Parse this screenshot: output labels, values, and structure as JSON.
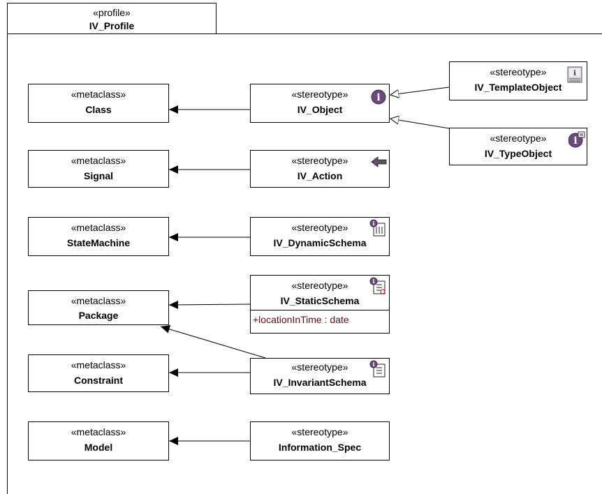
{
  "profile": {
    "stereotype": "«profile»",
    "name": "IV_Profile"
  },
  "metaclasses": [
    {
      "id": "class",
      "stereotype": "«metaclass»",
      "name": "Class"
    },
    {
      "id": "signal",
      "stereotype": "«metaclass»",
      "name": "Signal"
    },
    {
      "id": "statemachine",
      "stereotype": "«metaclass»",
      "name": "StateMachine"
    },
    {
      "id": "package",
      "stereotype": "«metaclass»",
      "name": "Package"
    },
    {
      "id": "constraint",
      "stereotype": "«metaclass»",
      "name": "Constraint"
    },
    {
      "id": "model",
      "stereotype": "«metaclass»",
      "name": "Model"
    }
  ],
  "stereotypes": [
    {
      "id": "object",
      "stereotype": "«stereotype»",
      "name": "IV_Object",
      "icon": "info-circle-icon"
    },
    {
      "id": "action",
      "stereotype": "«stereotype»",
      "name": "IV_Action",
      "icon": "action-arrow-icon"
    },
    {
      "id": "dynamic",
      "stereotype": "«stereotype»",
      "name": "IV_DynamicSchema",
      "icon": "dynamic-schema-icon"
    },
    {
      "id": "static",
      "stereotype": "«stereotype»",
      "name": "IV_StaticSchema",
      "icon": "static-schema-icon",
      "attribute": "+locationInTime : date"
    },
    {
      "id": "invariant",
      "stereotype": "«stereotype»",
      "name": "IV_InvariantSchema",
      "icon": "invariant-schema-icon"
    },
    {
      "id": "infospec",
      "stereotype": "«stereotype»",
      "name": "Information_Spec"
    },
    {
      "id": "template",
      "stereotype": "«stereotype»",
      "name": "IV_TemplateObject",
      "icon": "template-object-icon"
    },
    {
      "id": "type",
      "stereotype": "«stereotype»",
      "name": "IV_TypeObject",
      "icon": "type-object-icon"
    }
  ],
  "colors": {
    "attribute": "#5a1010",
    "icon_purple": "#6a4a7a"
  }
}
